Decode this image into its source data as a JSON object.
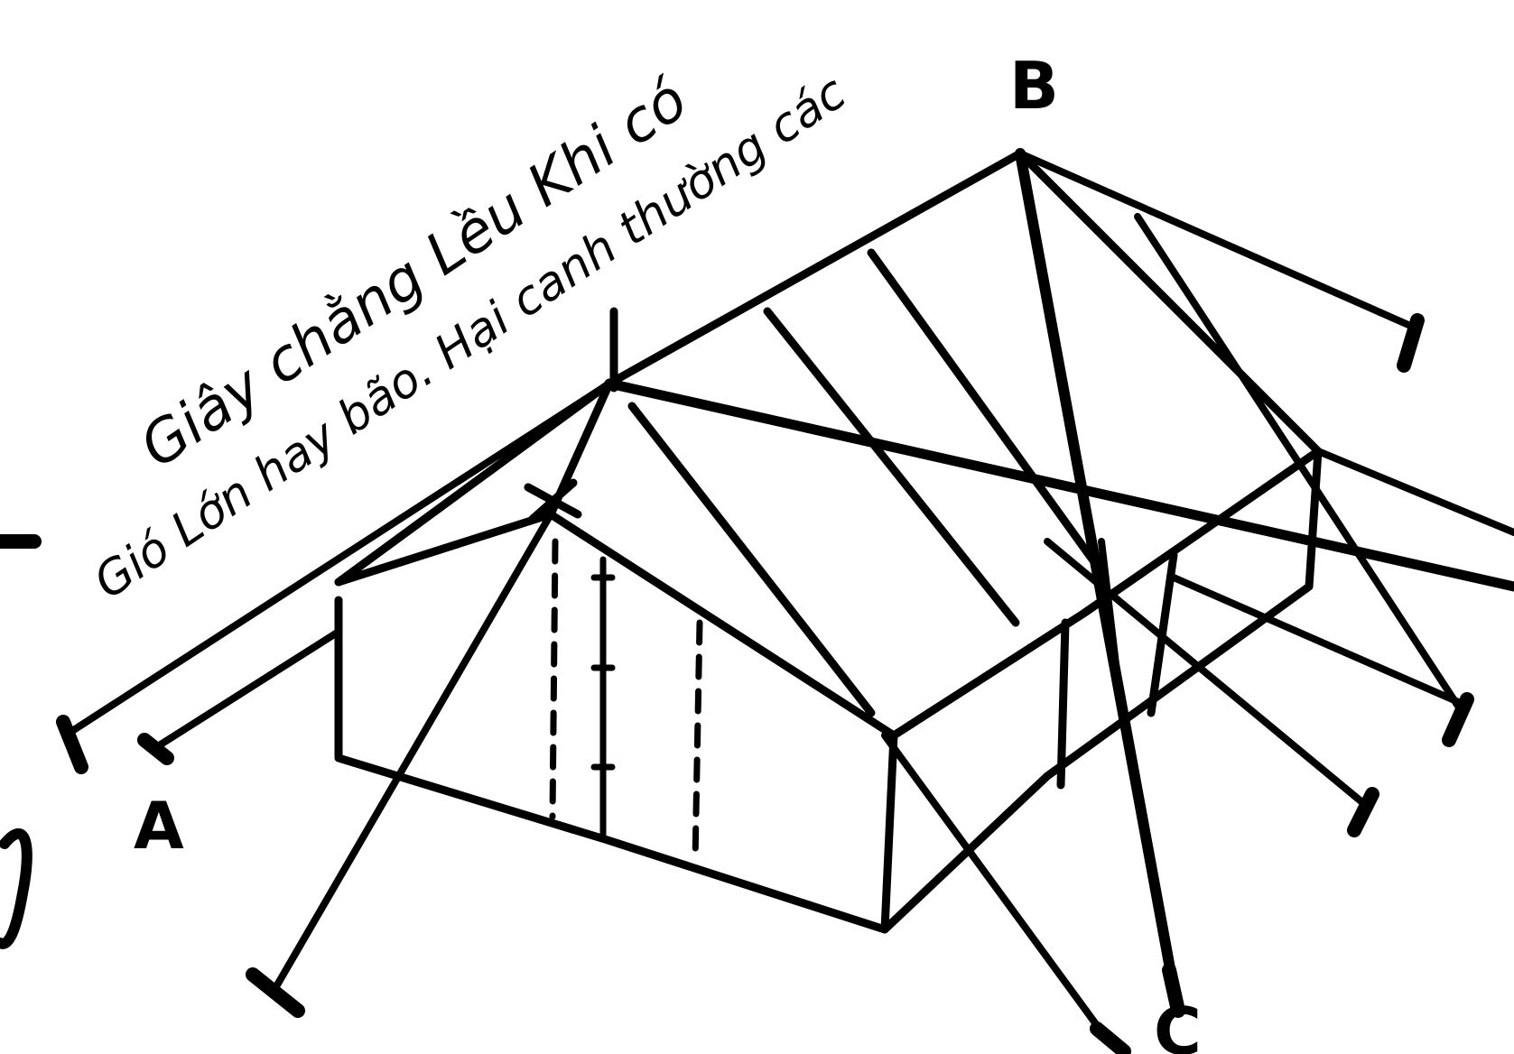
{
  "caption": {
    "line1": "Giây chằng Lều Khi có",
    "line2": "Gió Lớn hay bão. Hại canh thường các"
  },
  "points": {
    "a": "A",
    "b": "B",
    "c": "C"
  },
  "colors": {
    "ink": "#000000",
    "paper": "#ffffff"
  }
}
